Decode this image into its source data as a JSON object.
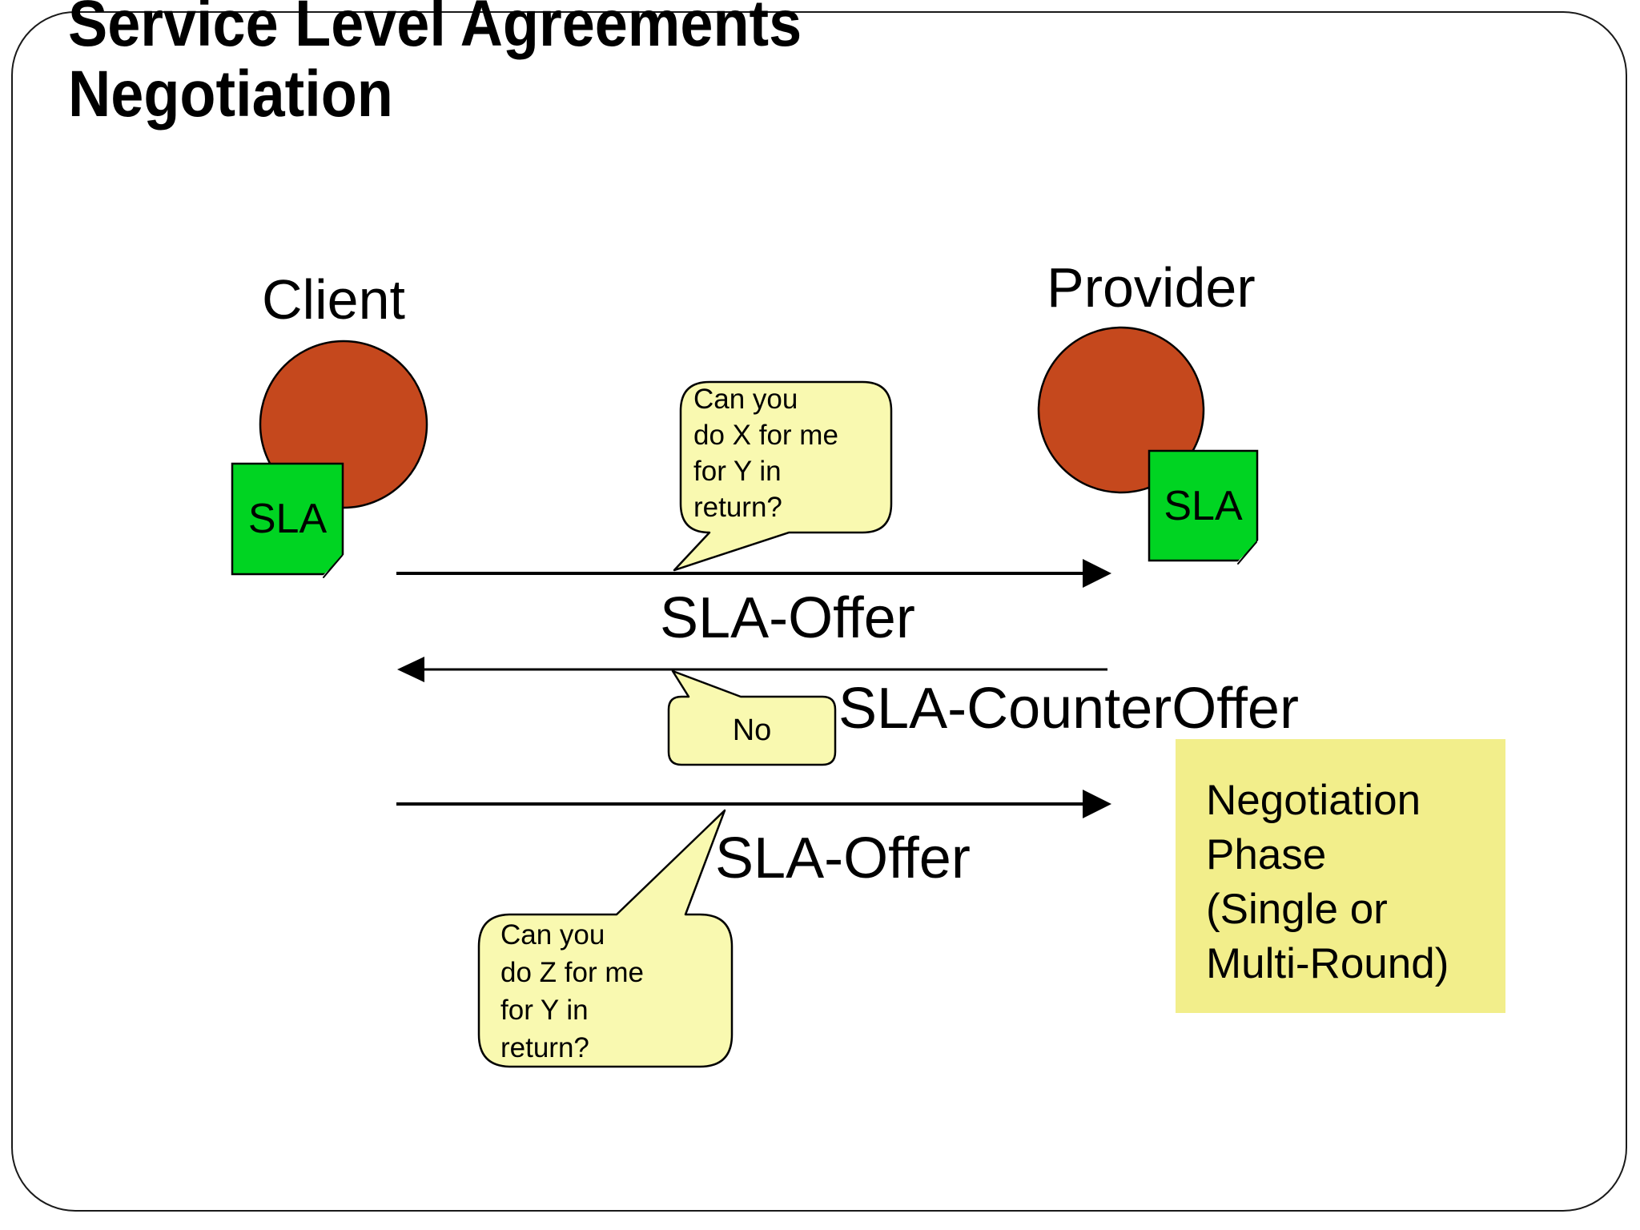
{
  "slide": {
    "title": {
      "line1": "Service Level Agreements",
      "line2": "Negotiation"
    }
  },
  "actors": {
    "client": {
      "label": "Client",
      "note": "SLA"
    },
    "provider": {
      "label": "Provider",
      "note": "SLA"
    }
  },
  "messages": [
    {
      "label": "SLA-Offer",
      "direction": "client-to-provider"
    },
    {
      "label": "SLA-CounterOffer",
      "direction": "provider-to-client"
    },
    {
      "label": "SLA-Offer",
      "direction": "client-to-provider"
    }
  ],
  "callouts": {
    "offer1": {
      "lines": [
        "Can you",
        "do X for me",
        "for Y in",
        "return?"
      ]
    },
    "counteroffer": {
      "text": "No"
    },
    "offer2": {
      "lines": [
        "Can you",
        "do Z for me",
        "for Y in",
        "return?"
      ]
    }
  },
  "phase_note": {
    "lines": [
      "Negotiation",
      "Phase",
      "(Single or",
      "Multi-Round)"
    ]
  },
  "colors": {
    "actor_orange": "#C5481D",
    "sla_green": "#00D422",
    "bubble_yellow": "#F9F9B0",
    "note_yellow": "#F2EE8B",
    "ink": "#000000",
    "background": "#FFFFFF"
  }
}
